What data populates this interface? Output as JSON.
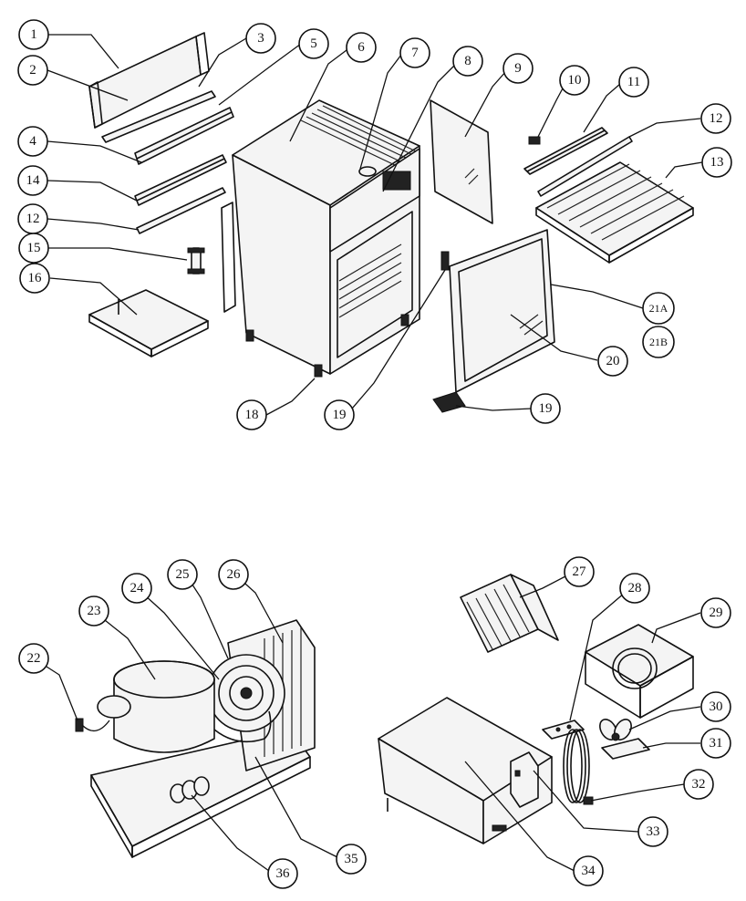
{
  "callouts": [
    {
      "id": "1",
      "label": "1"
    },
    {
      "id": "2",
      "label": "2"
    },
    {
      "id": "3",
      "label": "3"
    },
    {
      "id": "5",
      "label": "5"
    },
    {
      "id": "4",
      "label": "4"
    },
    {
      "id": "6",
      "label": "6"
    },
    {
      "id": "7",
      "label": "7"
    },
    {
      "id": "8",
      "label": "8"
    },
    {
      "id": "9",
      "label": "9"
    },
    {
      "id": "10",
      "label": "10"
    },
    {
      "id": "11",
      "label": "11"
    },
    {
      "id": "12a",
      "label": "12"
    },
    {
      "id": "13",
      "label": "13"
    },
    {
      "id": "14",
      "label": "14"
    },
    {
      "id": "12b",
      "label": "12"
    },
    {
      "id": "15",
      "label": "15"
    },
    {
      "id": "16",
      "label": "16"
    },
    {
      "id": "21A",
      "label": "21A"
    },
    {
      "id": "21B",
      "label": "21B"
    },
    {
      "id": "20",
      "label": "20"
    },
    {
      "id": "18",
      "label": "18"
    },
    {
      "id": "19a",
      "label": "19"
    },
    {
      "id": "19b",
      "label": "19"
    },
    {
      "id": "22",
      "label": "22"
    },
    {
      "id": "23",
      "label": "23"
    },
    {
      "id": "24",
      "label": "24"
    },
    {
      "id": "25",
      "label": "25"
    },
    {
      "id": "26",
      "label": "26"
    },
    {
      "id": "27",
      "label": "27"
    },
    {
      "id": "28",
      "label": "28"
    },
    {
      "id": "29",
      "label": "29"
    },
    {
      "id": "30",
      "label": "30"
    },
    {
      "id": "31",
      "label": "31"
    },
    {
      "id": "32",
      "label": "32"
    },
    {
      "id": "33",
      "label": "33"
    },
    {
      "id": "34",
      "label": "34"
    },
    {
      "id": "35",
      "label": "35"
    },
    {
      "id": "36",
      "label": "36"
    }
  ]
}
